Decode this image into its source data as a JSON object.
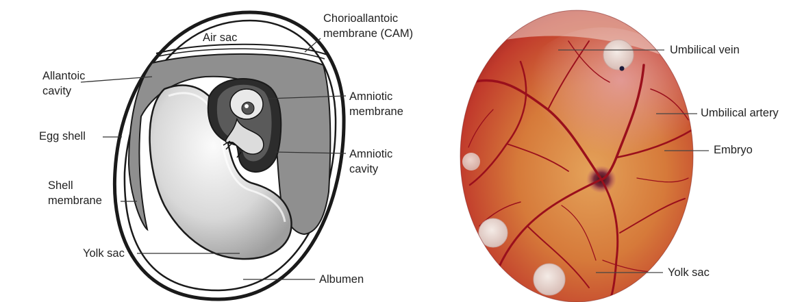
{
  "left_diagram": {
    "labels": {
      "air_sac": "Air sac",
      "cam": "Chorioallantoic membrane (CAM)",
      "allantoic_cavity": "Allantoic cavity",
      "amniotic_membrane": "Amniotic membrane",
      "egg_shell": "Egg shell",
      "amniotic_cavity": "Amniotic cavity",
      "shell_membrane": "Shell membrane",
      "yolk_sac": "Yolk sac",
      "albumen": "Albumen"
    }
  },
  "right_photo": {
    "labels": {
      "umbilical_vein": "Umbilical vein",
      "umbilical_artery": "Umbilical artery",
      "embryo": "Embryo",
      "yolk_sac": "Yolk sac"
    }
  },
  "colors": {
    "outline": "#1a1a1a",
    "allantoic_gray": "#8f8f8f",
    "yolk_light": "#e8e8e8",
    "photo_red": "#b3262a",
    "photo_orange": "#d9893a",
    "vessel": "#9a0f1c"
  }
}
